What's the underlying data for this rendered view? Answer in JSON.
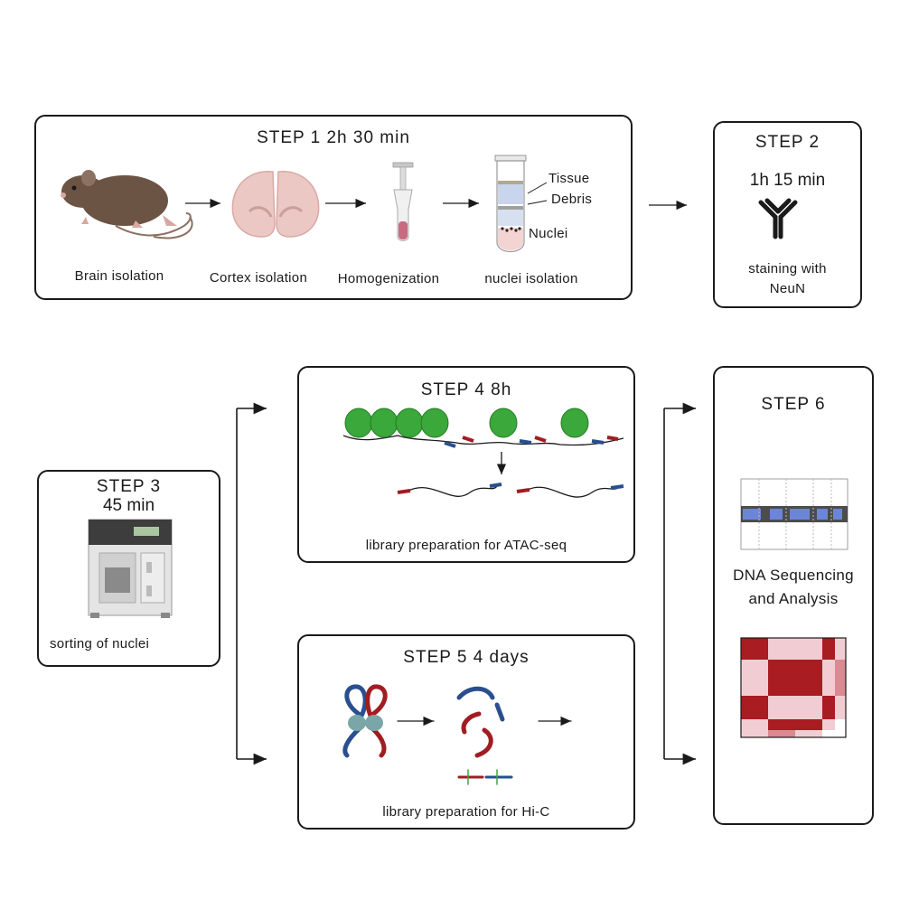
{
  "step1": {
    "title": "STEP 1  2h 30 min",
    "brain_isolation": "Brain isolation",
    "cortex_isolation": "Cortex isolation",
    "homogenization": "Homogenization",
    "nuclei_isolation": "nuclei isolation",
    "tube_tissue": "Tissue",
    "tube_debris": "Debris",
    "tube_nuclei": "Nuclei"
  },
  "step2": {
    "title": "STEP 2",
    "time": "1h 15 min",
    "label_line1": "staining with",
    "label_line2": "NeuN"
  },
  "step3": {
    "title": "STEP 3",
    "time": "45 min",
    "label": "sorting of nuclei"
  },
  "step4": {
    "title": "STEP 4  8h",
    "label": "library preparation for ATAC-seq"
  },
  "step5": {
    "title": "STEP 5  4 days",
    "label": "library preparation for Hi-C"
  },
  "step6": {
    "title": "STEP 6",
    "label_line1": "DNA  Sequencing",
    "label_line2": "and Analysis"
  },
  "colors": {
    "nucleosome": "#3aa83a",
    "dna_red": "#a01d22",
    "dna_blue": "#2a4f8f",
    "heatmap_dark": "#a81c22",
    "heatmap_light": "#f1cdd3",
    "mouse": "#6b5444"
  },
  "heatmap": {
    "rows": [
      [
        "dark",
        "light",
        "light",
        "dark",
        "light"
      ],
      [
        "light",
        "dark",
        "dark",
        "light",
        "mid"
      ],
      [
        "dark",
        "light",
        "light",
        "dark",
        "light"
      ],
      [
        "light",
        "dark",
        "dark",
        "light",
        "white"
      ],
      [
        "light",
        "mid",
        "light",
        "white",
        "white"
      ]
    ]
  }
}
